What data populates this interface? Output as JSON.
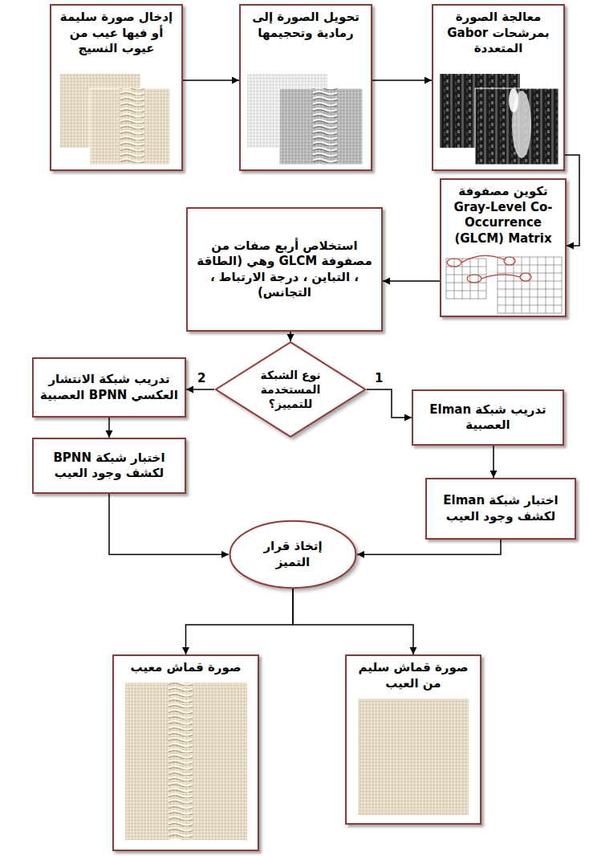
{
  "diagram": {
    "nodes": [
      {
        "text": [
          "إدخال صورة سليمة أو فيها عيب من عيوب النسيج"
        ]
      },
      {
        "text": [
          "تحويل الصورة إلى رمادية وتحجيمها"
        ]
      },
      {
        "text": [
          "معالجة الصورة بمرشحات Gabor المتعددة"
        ]
      },
      {
        "text": [
          "تكوين مصفوفة Gray-Level Co-Occurrence (GLCM) Matrix"
        ]
      },
      {
        "text": [
          "استخلاص أربع صفات من مصفوفة GLCM وهي (الطاقة ، التباين ، درجة الارتباط ، التجانس)"
        ]
      },
      {
        "text": [
          "نوع الشبكة المستخدمة للتمييز؟"
        ]
      },
      {
        "text": [
          "تدريب شبكة الانتشار العكسي BPNN العصبية"
        ]
      },
      {
        "text": [
          "تدريب شبكة Elman العصبية"
        ]
      },
      {
        "text": [
          "اختبار شبكة BPNN لكشف وجود العيب"
        ]
      },
      {
        "text": [
          "اختبار شبكة Elman لكشف وجود العيب"
        ]
      },
      {
        "text": [
          "إتخاذ قرار التميز"
        ]
      },
      {
        "text": [
          "صورة قماش معيب"
        ]
      },
      {
        "text": [
          "صورة قماش سليم من العيب"
        ]
      }
    ],
    "edges": [
      {
        "from": 0,
        "to": 1,
        "arrow": "to"
      },
      {
        "from": 1,
        "to": 2,
        "arrow": "to"
      },
      {
        "from": 2,
        "to": 3,
        "arrow": "to"
      },
      {
        "from": 3,
        "to": 4,
        "arrow": "to"
      },
      {
        "from": 4,
        "to": 5,
        "arrow": "to"
      },
      {
        "from": 5,
        "to": 6,
        "label": "2",
        "arrow": "to"
      },
      {
        "from": 5,
        "to": 7,
        "label": "1",
        "arrow": "to"
      },
      {
        "from": 6,
        "to": 8,
        "arrow": "to"
      },
      {
        "from": 7,
        "to": 9,
        "arrow": "to"
      },
      {
        "from": 8,
        "to": 10,
        "arrow": "to"
      },
      {
        "from": 9,
        "to": 10,
        "arrow": "to"
      },
      {
        "from": 10,
        "to": 11,
        "arrow": "to"
      },
      {
        "from": 10,
        "to": 12,
        "arrow": "to"
      }
    ]
  }
}
